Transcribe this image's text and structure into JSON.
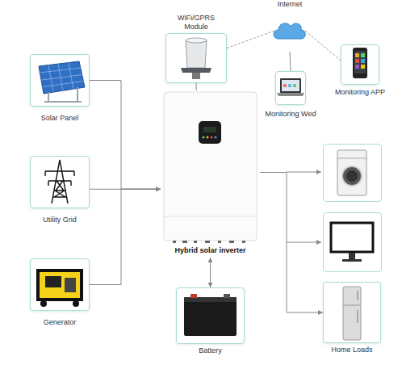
{
  "diagram": {
    "nodes": [
      {
        "text": [
          "Internet"
        ]
      },
      {
        "text": [
          "WiFi/GPRS Module"
        ]
      },
      {
        "text": [
          "Monitoring APP"
        ]
      },
      {
        "text": [
          "Monitoring Wed"
        ]
      },
      {
        "text": [
          "Solar Panel"
        ]
      },
      {
        "text": [
          "Utility Grid"
        ]
      },
      {
        "text": [
          "Generator"
        ]
      },
      {
        "text": [
          "Hybrid solar inverter"
        ]
      },
      {
        "text": [
          "Battery"
        ]
      },
      {
        "text": [
          "Home Loads"
        ]
      }
    ],
    "edges": [
      {
        "from": 1,
        "to": 7,
        "arrow": "none"
      },
      {
        "from": 1,
        "to": 0,
        "arrow": "none"
      },
      {
        "from": 0,
        "to": 2,
        "arrow": "none"
      },
      {
        "from": 0,
        "to": 3,
        "arrow": "none"
      },
      {
        "from": 4,
        "to": 7,
        "arrow": "to"
      },
      {
        "from": 5,
        "to": 7,
        "arrow": "to"
      },
      {
        "from": 6,
        "to": 7,
        "arrow": "to"
      },
      {
        "from": 7,
        "to": 8,
        "arrow": "both"
      },
      {
        "from": 7,
        "to": 9,
        "arrow": "to"
      }
    ]
  }
}
